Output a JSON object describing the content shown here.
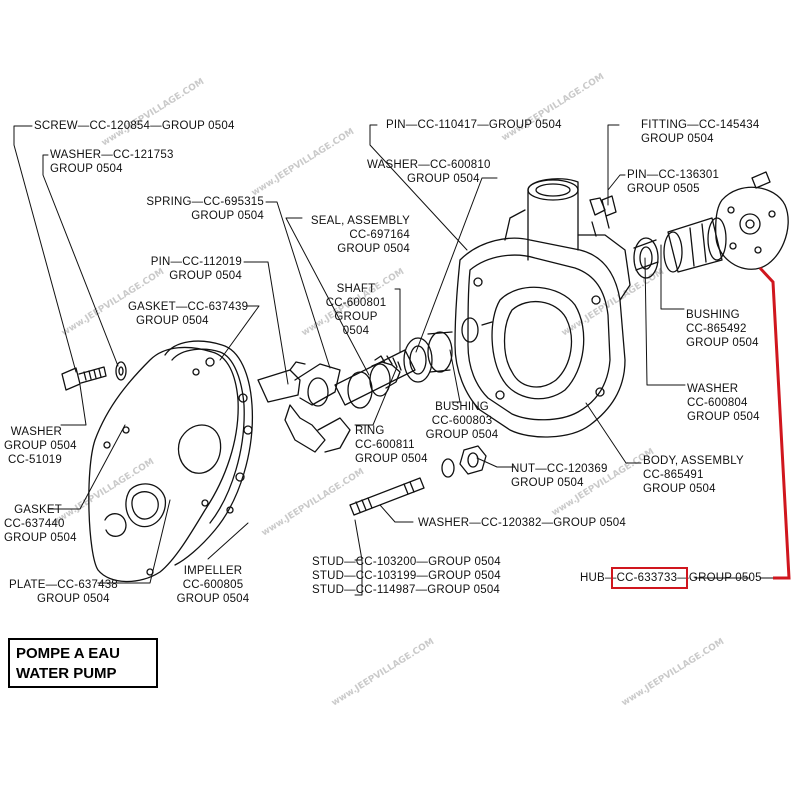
{
  "title": {
    "line1": "POMPE A EAU",
    "line2": "WATER PUMP"
  },
  "watermark": "www.JEEPVILLAGE.COM",
  "highlight_color": "#d0161e",
  "labels": {
    "screw": {
      "l1": "SCREW—CC-120854—GROUP 0504"
    },
    "washer_121753": {
      "l1": "WASHER—CC-121753",
      "l2": "GROUP 0504"
    },
    "spring": {
      "l1": "SPRING—CC-695315",
      "l2": "GROUP 0504"
    },
    "seal": {
      "l1": "SEAL, ASSEMBLY",
      "l2": "CC-697164",
      "l3": "GROUP 0504"
    },
    "pin_112019": {
      "l1": "PIN—CC-112019",
      "l2": "GROUP 0504"
    },
    "shaft": {
      "l1": "SHAFT",
      "l2": "CC-600801",
      "l3": "GROUP",
      "l4": "0504"
    },
    "gasket_637439": {
      "l1": "GASKET—CC-637439",
      "l2": "GROUP 0504"
    },
    "pin_110417": {
      "l1": "PIN—CC-110417—GROUP 0504"
    },
    "washer_600810": {
      "l1": "WASHER—CC-600810",
      "l2": "GROUP 0504"
    },
    "fitting": {
      "l1": "FITTING—CC-145434",
      "l2": "GROUP 0504"
    },
    "pin_136301": {
      "l1": "PIN—CC-136301",
      "l2": "GROUP 0505"
    },
    "bushing_865492": {
      "l1": "BUSHING",
      "l2": "CC-865492",
      "l3": "GROUP 0504"
    },
    "washer_600804": {
      "l1": "WASHER",
      "l2": "CC-600804",
      "l3": "GROUP 0504"
    },
    "body": {
      "l1": "BODY, ASSEMBLY",
      "l2": "CC-865491",
      "l3": "GROUP 0504"
    },
    "washer_51019": {
      "l1": "WASHER",
      "l2": "GROUP 0504",
      "l3": "CC-51019"
    },
    "gasket_637440": {
      "l1": "GASKET",
      "l2": "CC-637440",
      "l3": "GROUP 0504"
    },
    "plate": {
      "l1": "PLATE—CC-637438",
      "l2": "GROUP 0504"
    },
    "impeller": {
      "l1": "IMPELLER",
      "l2": "CC-600805",
      "l3": "GROUP 0504"
    },
    "ring": {
      "l1": "RING",
      "l2": "CC-600811",
      "l3": "GROUP 0504"
    },
    "bushing_600803": {
      "l1": "BUSHING",
      "l2": "CC-600803",
      "l3": "GROUP 0504"
    },
    "nut": {
      "l1": "NUT—CC-120369",
      "l2": "GROUP 0504"
    },
    "washer_120382": {
      "l1": "WASHER—CC-120382—GROUP 0504"
    },
    "stud": {
      "l1": "STUD—CC-103200—GROUP 0504",
      "l2": "STUD—CC-103199—GROUP 0504",
      "l3": "STUD—CC-114987—GROUP 0504"
    },
    "hub": {
      "prefix": "HUB—",
      "part": "CC-633733",
      "suffix": "—GROUP 0505"
    }
  }
}
